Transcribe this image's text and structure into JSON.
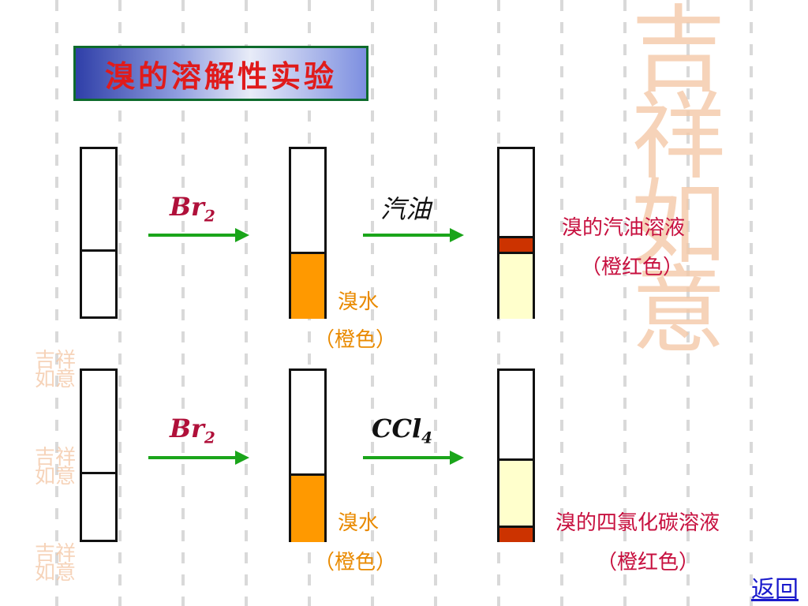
{
  "title": "溴的溶解性实验",
  "rows": [
    {
      "reagent1": {
        "main": "Br",
        "sub": "2"
      },
      "reagent2": {
        "main": "汽油",
        "sub": ""
      },
      "water_label": "溴水",
      "water_color_note": "（橙色）",
      "result_label": "溴的汽油溶液",
      "result_color_note": "（橙红色）"
    },
    {
      "reagent1": {
        "main": "Br",
        "sub": "2"
      },
      "reagent2": {
        "main": "CCl",
        "sub": "4"
      },
      "water_label": "溴水",
      "water_color_note": "（橙色）",
      "result_label": "溴的四氯化碳溶液",
      "result_color_note": "（橙红色）"
    }
  ],
  "back_link": "返回",
  "colors": {
    "bromine_water": "#ff9900",
    "orange_red_layer": "#cc3300",
    "pale_layer": "#ffffcc",
    "arrow": "#1aa51a"
  }
}
